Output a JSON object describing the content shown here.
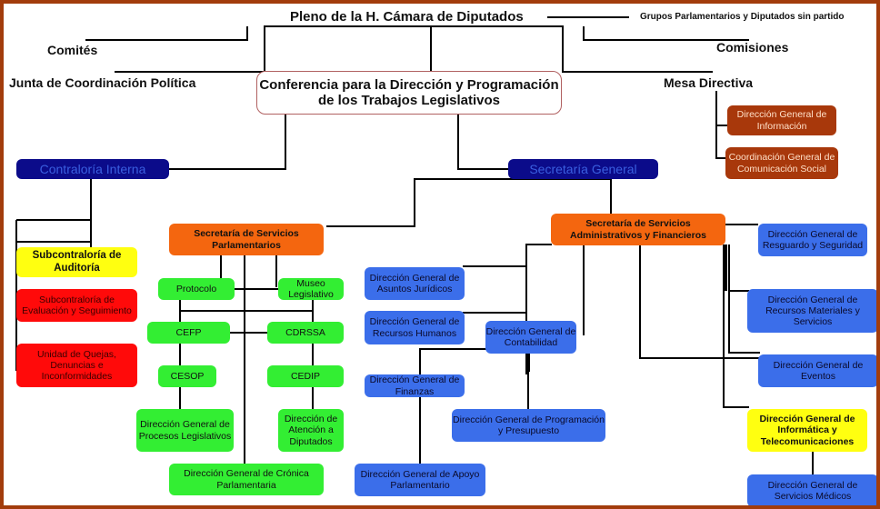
{
  "top": {
    "pleno": "Pleno de la H. Cámara de Diputados",
    "grupos": "Grupos Parlamentarios y Diputados sin partido",
    "comites": "Comités",
    "comisiones": "Comisiones",
    "junta": "Junta de Coordinación Política",
    "mesa": "Mesa Directiva",
    "conferencia": "Conferencia para la Dirección y Programación de los Trabajos Legislativos"
  },
  "mesa_units": {
    "dg_informacion": "Dirección General de Información",
    "coord_comunicacion": "Coordinación General de Comunicación Social"
  },
  "contraloria": {
    "title": "Contraloría Interna",
    "auditoria": "Subcontraloría de Auditoría",
    "evaluacion": "Subcontraloría de Evaluación y Seguimiento",
    "quejas": "Unidad de Quejas, Denuncias e Inconformidades"
  },
  "secretaria_general": {
    "title": "Secretaría General"
  },
  "parlamentarios": {
    "title": "Secretaría de Servicios Parlamentarios",
    "protocolo": "Protocolo",
    "museo": "Museo Legislativo",
    "cefp": "CEFP",
    "cdrssa": "CDRSSA",
    "cesop": "CESOP",
    "cedip": "CEDIP",
    "procesos": "Dirección General de Procesos Legislativos",
    "atencion": "Dirección de Atención a Diputados",
    "cronica": "Dirección General de Crónica Parlamentaria"
  },
  "administrativos": {
    "title": "Secretaría de Servicios Administrativos y Financieros",
    "juridicos": "Dirección General de Asuntos Jurídicos",
    "rh": "Dirección General de Recursos Humanos",
    "contabilidad": "Dirección General de Contabilidad",
    "finanzas": "Dirección General de Finanzas",
    "presupuesto": "Dirección General de Programación y Presupuesto",
    "apoyo": "Dirección General de Apoyo Parlamentario",
    "resguardo": "Dirección General de Resguardo y Seguridad",
    "materiales": "Dirección General de Recursos Materiales y Servicios",
    "eventos": "Dirección General de Eventos",
    "informatica": "Dirección General de Informática y Telecomunicaciones",
    "medicos": "Dirección General de Servicios Médicos"
  },
  "colors": {
    "border": "#a23c0c",
    "blue_box": "#3b6eea",
    "green_box": "#33ee33",
    "red_box": "#ff0a0a",
    "orange_box": "#f4660f",
    "navy_box": "#0b0b8a",
    "yellow_box": "#ffff10",
    "brown_box": "#a8380b"
  }
}
